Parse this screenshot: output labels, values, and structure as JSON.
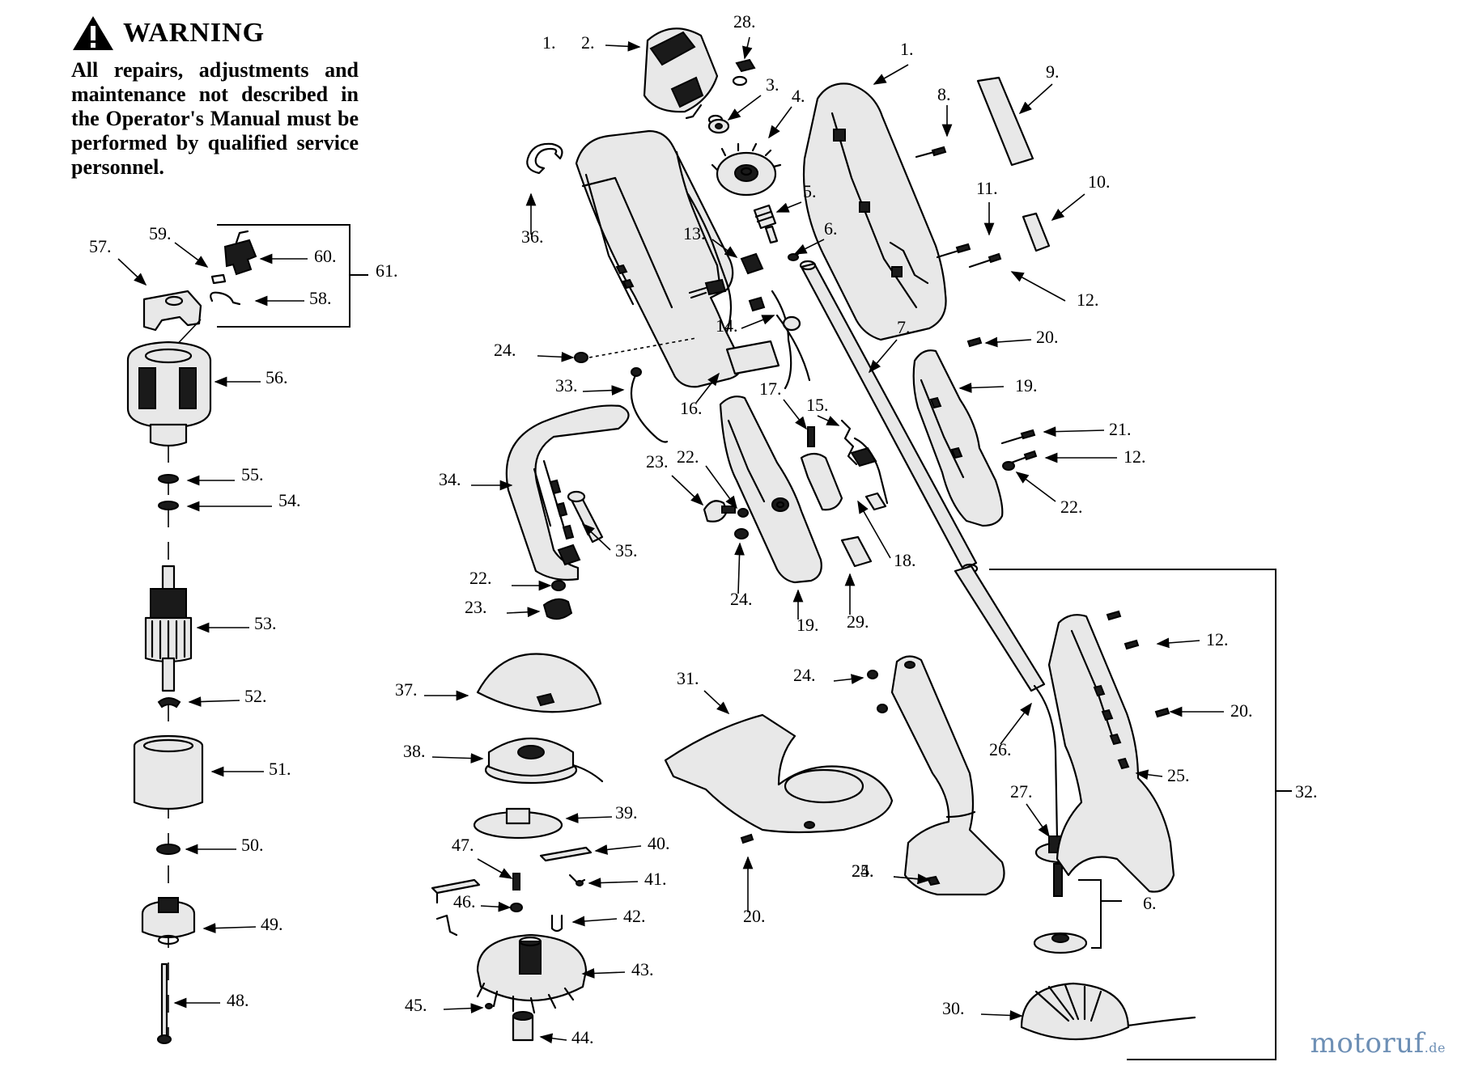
{
  "warning": {
    "title": "WARNING",
    "text": "All repairs, adjustments and maintenance not described in the Operator's Manual must be performed by qualified service personnel."
  },
  "watermark": {
    "text": "motoruf",
    "suffix": ".de"
  },
  "callouts": [
    "1.",
    "1.",
    "2.",
    "3.",
    "4.",
    "5.",
    "6.",
    "6.",
    "7.",
    "8.",
    "9.",
    "10.",
    "11.",
    "12.",
    "12.",
    "12.",
    "13.",
    "14.",
    "15.",
    "16.",
    "17.",
    "18.",
    "19.",
    "19.",
    "20.",
    "20.",
    "20.",
    "21.",
    "22.",
    "22.",
    "22.",
    "23.",
    "23.",
    "24.",
    "24.",
    "24.",
    "24.",
    "25.",
    "25.",
    "26.",
    "27.",
    "28.",
    "29.",
    "30.",
    "31.",
    "32.",
    "33.",
    "34.",
    "35.",
    "36.",
    "37.",
    "38.",
    "39.",
    "40.",
    "41.",
    "42.",
    "43.",
    "44.",
    "45.",
    "46.",
    "47.",
    "48.",
    "49.",
    "50.",
    "51.",
    "52.",
    "53.",
    "54.",
    "55.",
    "56.",
    "57.",
    "58.",
    "59.",
    "60.",
    "61."
  ]
}
